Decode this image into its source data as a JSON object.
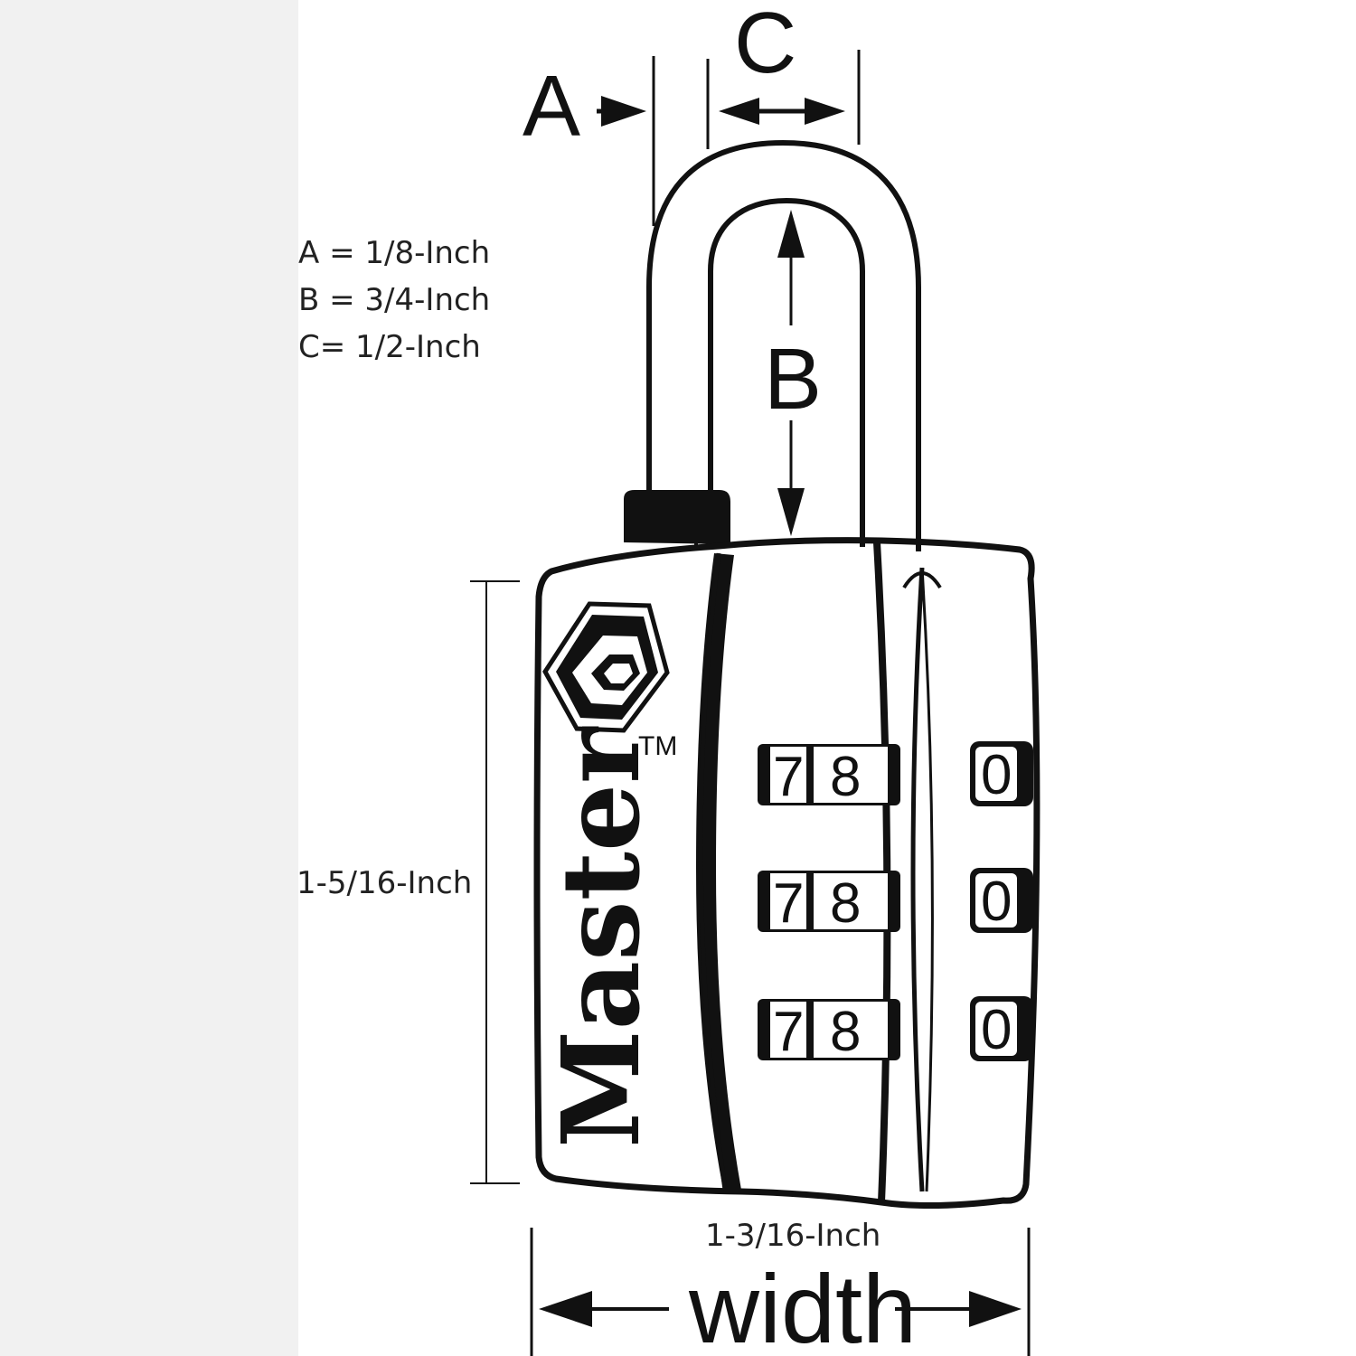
{
  "dimension_labels": {
    "a": "A",
    "b": "B",
    "c": "C",
    "width": "width"
  },
  "legend": [
    "A = 1/8-Inch",
    "B = 3/4-Inch",
    "C= 1/2-Inch"
  ],
  "height_label": "1-5/16-Inch",
  "width_label": "1-3/16-Inch",
  "brand": {
    "name": "Master",
    "trademark": "TM"
  },
  "dials": [
    {
      "left": "7",
      "middle": "8",
      "right": "0"
    },
    {
      "left": "7",
      "middle": "8",
      "right": "0"
    },
    {
      "left": "7",
      "middle": "8",
      "right": "0"
    }
  ]
}
